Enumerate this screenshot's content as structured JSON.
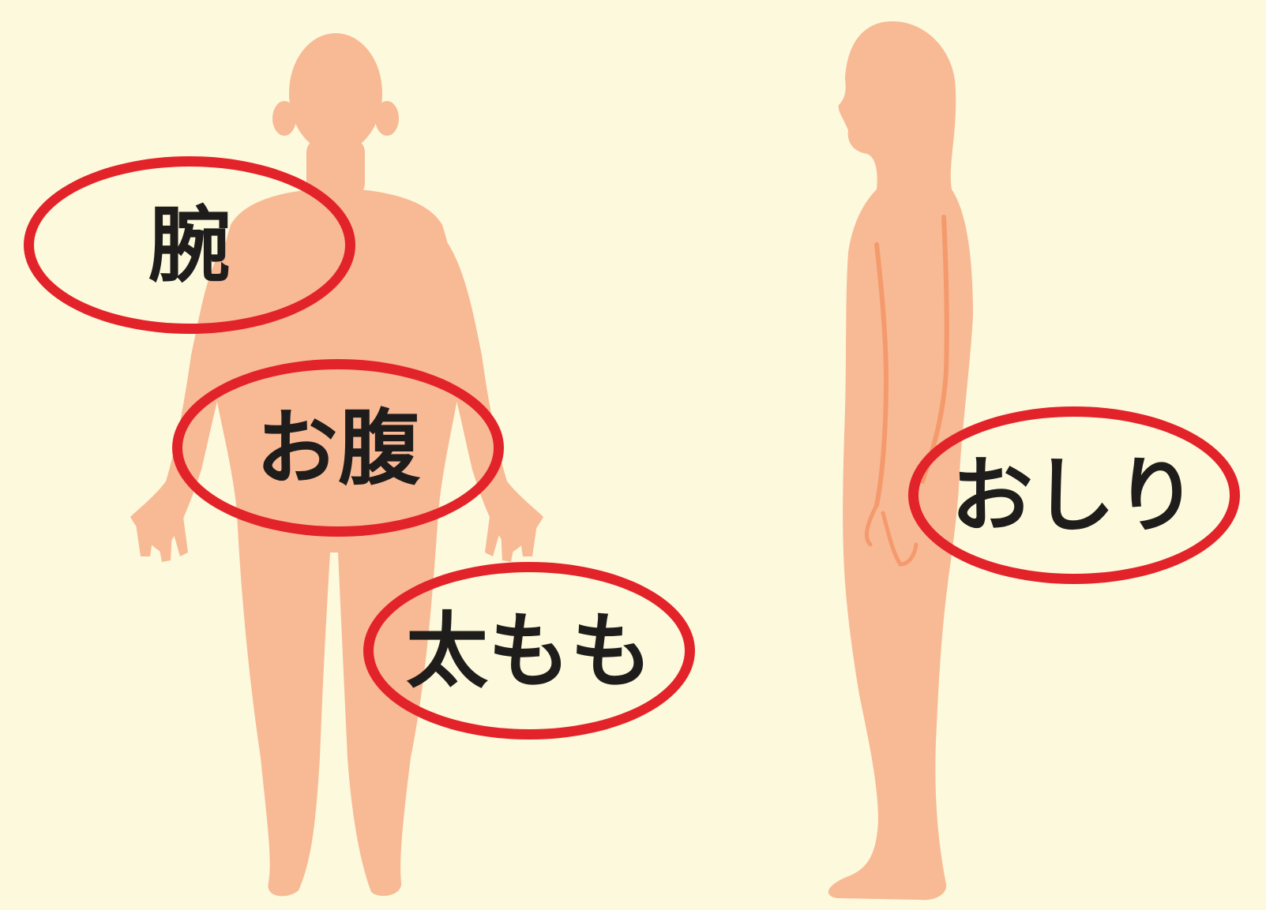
{
  "colors": {
    "background": "#fcf9dc",
    "skin": "#f8b995",
    "skin_line": "#f49a6d",
    "ring": "#e3232a",
    "text": "#1f1d1c"
  },
  "labels": {
    "arm": "腕",
    "belly": "お腹",
    "thigh": "太もも",
    "buttocks": "おしり"
  }
}
